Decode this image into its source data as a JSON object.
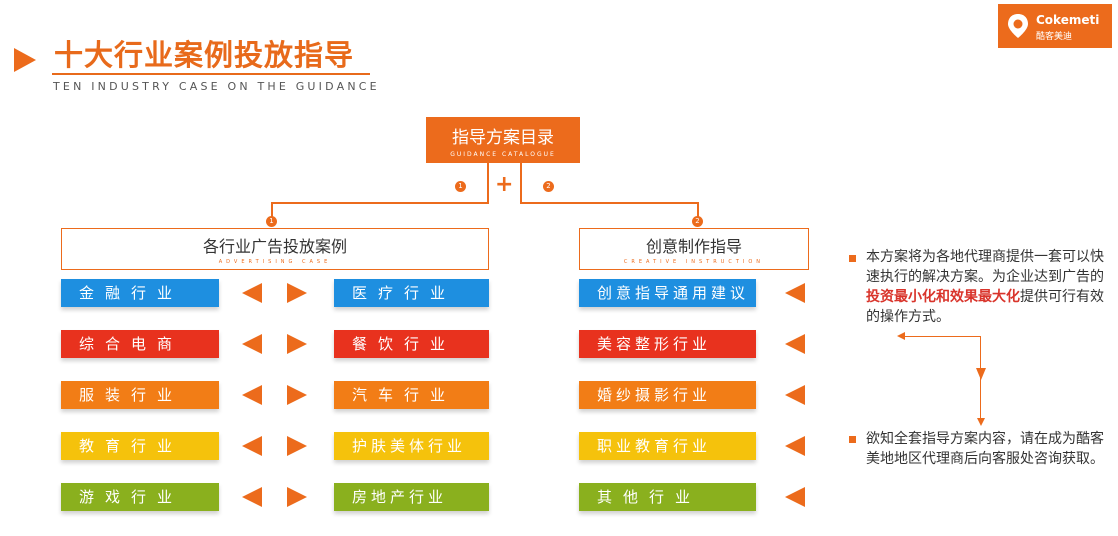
{
  "header": {
    "title_zh": "十大行业案例投放指导",
    "title_en": "TEN INDUSTRY CASE ON THE GUIDANCE"
  },
  "logo": {
    "name": "Cokemeti",
    "sub": "酷客美迪",
    "icon": "map-pin-icon"
  },
  "root": {
    "title": "指导方案目录",
    "sub": "GUIDANCE CATALOGUE",
    "plus": "+",
    "num_left": "1",
    "num_right": "2"
  },
  "left_category": {
    "number": "1",
    "title": "各行业广告投放案例",
    "sub": "ADVERTISING CASE"
  },
  "right_category": {
    "number": "2",
    "title": "创意制作指导",
    "sub": "CREATIVE INSTRUCTION"
  },
  "left_col_a": [
    "金融行业",
    "综合电商",
    "服装行业",
    "教育行业",
    "游戏行业"
  ],
  "left_col_b": [
    "医疗行业",
    "餐饮行业",
    "汽车行业",
    "护肤美体行业",
    "房地产行业"
  ],
  "right_col": [
    "创意指导通用建议",
    "美容整形行业",
    "婚纱摄影行业",
    "职业教育行业",
    "其他行业"
  ],
  "row_colors": [
    "#1e8fe0",
    "#e8321e",
    "#f27d16",
    "#f5c20c",
    "#8ab01e"
  ],
  "accent": "#ec6b1c",
  "notes": {
    "n1_part1": "本方案将为各地代理商提供一套可以快速执行的解决方案。为企业达到广告的",
    "n1_hl1": "投资最小化",
    "n1_part2": "和",
    "n1_hl2": "效果最大化",
    "n1_part3": "提供可行有效的操作方式。",
    "n2": "欲知全套指导方案内容，请在成为酷客美地地区代理商后向客服处咨询获取。"
  }
}
